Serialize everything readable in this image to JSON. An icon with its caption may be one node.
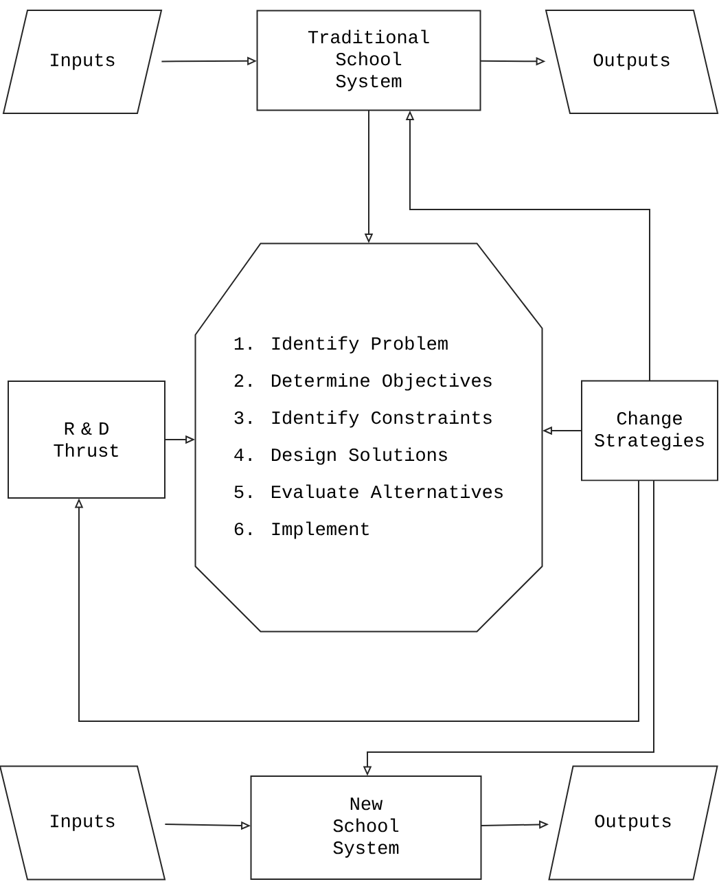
{
  "diagram": {
    "nodes": [
      {
        "text": [
          "Inputs"
        ]
      },
      {
        "text": [
          "Traditional School System"
        ]
      },
      {
        "text": [
          "Outputs"
        ]
      },
      {
        "text": [
          "1. Identify Problem",
          "2. Determine Objectives",
          "3. Identify Constraints",
          "4. Design Solutions",
          "5. Evaluate Alternatives",
          "6. Implement"
        ]
      },
      {
        "text": [
          "R & D Thrust"
        ]
      },
      {
        "text": [
          "Change Strategies"
        ]
      },
      {
        "text": [
          "Inputs"
        ]
      },
      {
        "text": [
          "New School System"
        ]
      },
      {
        "text": [
          "Outputs"
        ]
      }
    ],
    "edges": [
      {
        "from": 0,
        "to": 1,
        "arrow": "to"
      },
      {
        "from": 1,
        "to": 2,
        "arrow": "to"
      },
      {
        "from": 1,
        "to": 3,
        "arrow": "to"
      },
      {
        "from": 5,
        "to": 1,
        "arrow": "to"
      },
      {
        "from": 4,
        "to": 3,
        "arrow": "to"
      },
      {
        "from": 5,
        "to": 3,
        "arrow": "to"
      },
      {
        "from": 5,
        "to": 4,
        "arrow": "to"
      },
      {
        "from": 5,
        "to": 7,
        "arrow": "to"
      },
      {
        "from": 6,
        "to": 7,
        "arrow": "to"
      },
      {
        "from": 7,
        "to": 8,
        "arrow": "to"
      }
    ]
  }
}
